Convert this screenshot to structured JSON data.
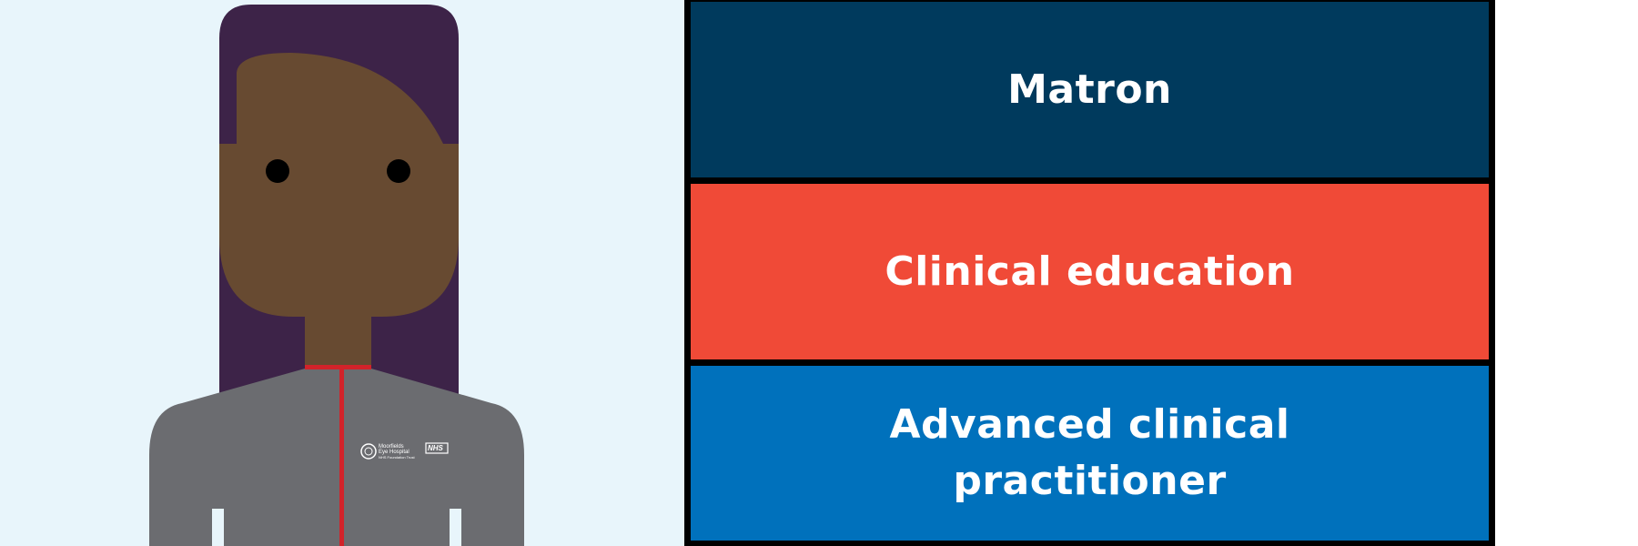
{
  "colors": {
    "background_left": "#e8f5fb",
    "background_right": "#ffffff",
    "hair": "#3d2348",
    "skin": "#674a31",
    "eyes": "#000000",
    "uniform": "#6b6c70",
    "trim": "#d2232a",
    "panel_border": "#000000"
  },
  "figure": {
    "logo": {
      "hospital_line1": "Moorfields",
      "hospital_line2": "Eye Hospital",
      "hospital_line3": "NHS Foundation Trust",
      "nhs_badge": "NHS"
    }
  },
  "roles": [
    {
      "label": "Matron",
      "color": "#003a5d"
    },
    {
      "label": "Clinical education",
      "color": "#f04a37"
    },
    {
      "label_line1": "Advanced clinical",
      "label_line2": "practitioner",
      "color": "#0071bc"
    }
  ]
}
